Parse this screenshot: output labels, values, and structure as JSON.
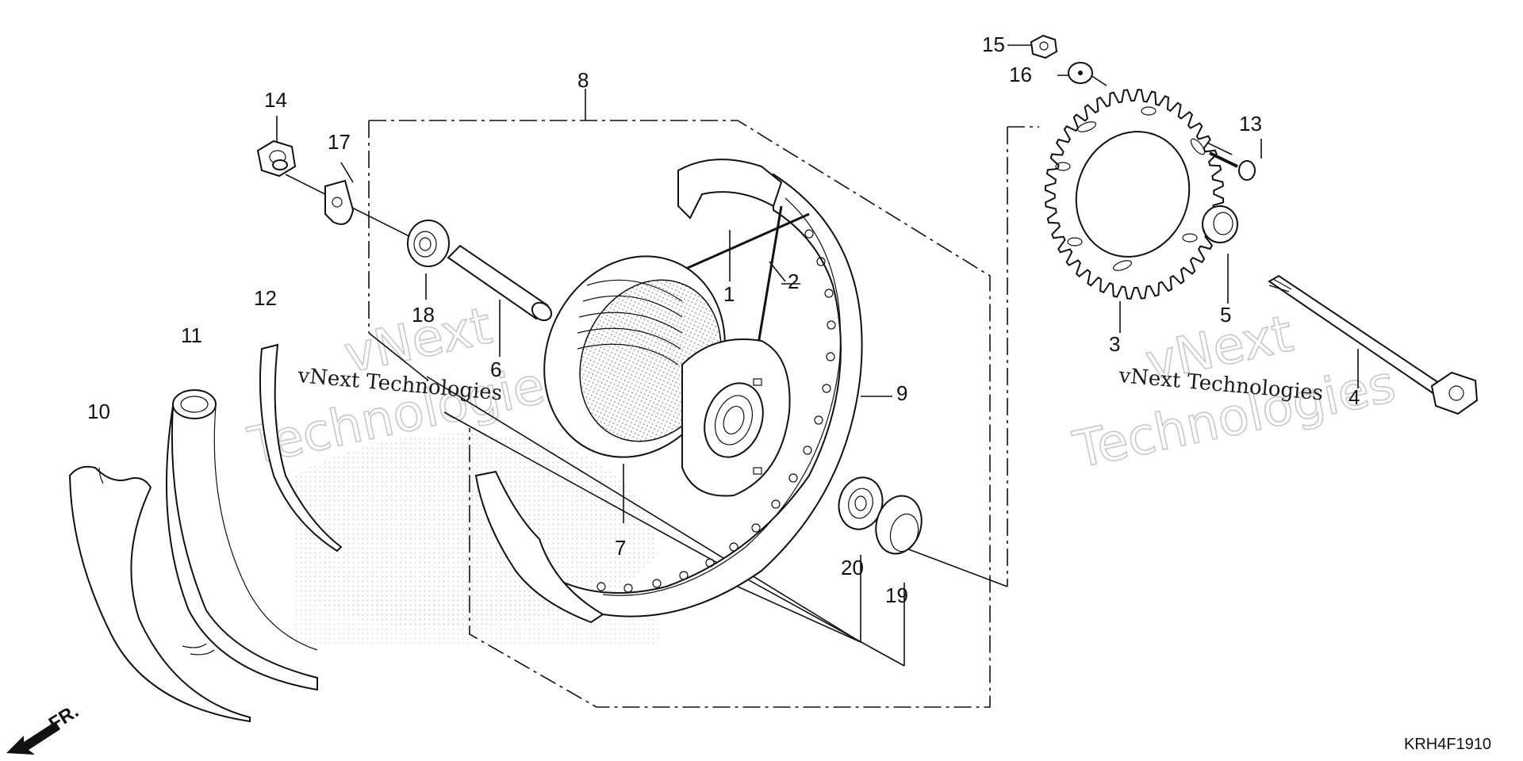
{
  "diagram": {
    "callouts": [
      "1",
      "2",
      "3",
      "4",
      "5",
      "6",
      "7",
      "8",
      "9",
      "10",
      "11",
      "12",
      "13",
      "14",
      "15",
      "16",
      "17",
      "18",
      "19",
      "20"
    ],
    "watermark": {
      "line1": "vNext Technologies",
      "line2": "vNext",
      "line3": "Technologies"
    },
    "direction_label": "FR.",
    "diagram_code": "KRH4F1910",
    "icons": [
      "direction-arrow-icon"
    ]
  }
}
